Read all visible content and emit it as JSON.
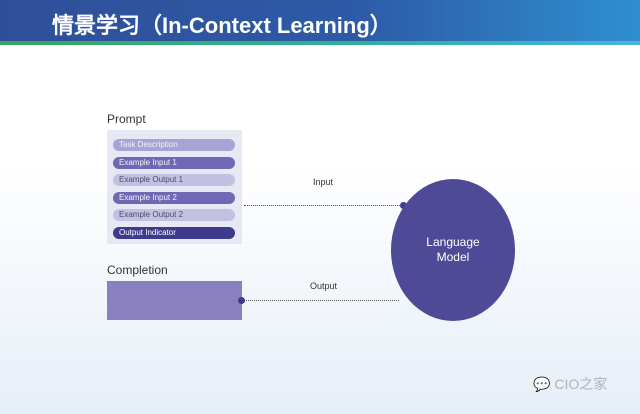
{
  "header": {
    "title": "情景学习（In-Context Learning）"
  },
  "prompt": {
    "label": "Prompt",
    "items": [
      {
        "label": "Task Description",
        "bg": "#a7a3d4",
        "fg": "#f2f2fa"
      },
      {
        "label": "Example Input 1",
        "bg": "#6f69b5",
        "fg": "#f2f2fa"
      },
      {
        "label": "Example Output 1",
        "bg": "#c3c1e2",
        "fg": "#4a4a70"
      },
      {
        "label": "Example Input 2",
        "bg": "#6f69b5",
        "fg": "#f2f2fa"
      },
      {
        "label": "Example Output 2",
        "bg": "#c3c1e2",
        "fg": "#4a4a70"
      },
      {
        "label": "Output Indicator",
        "bg": "#3e3a8c",
        "fg": "#ffffff"
      }
    ]
  },
  "completion": {
    "label": "Completion"
  },
  "arrows": {
    "input": "Input",
    "output": "Output"
  },
  "model": {
    "line1": "Language",
    "line2": "Model"
  },
  "watermark": {
    "text": "CIO之家"
  }
}
